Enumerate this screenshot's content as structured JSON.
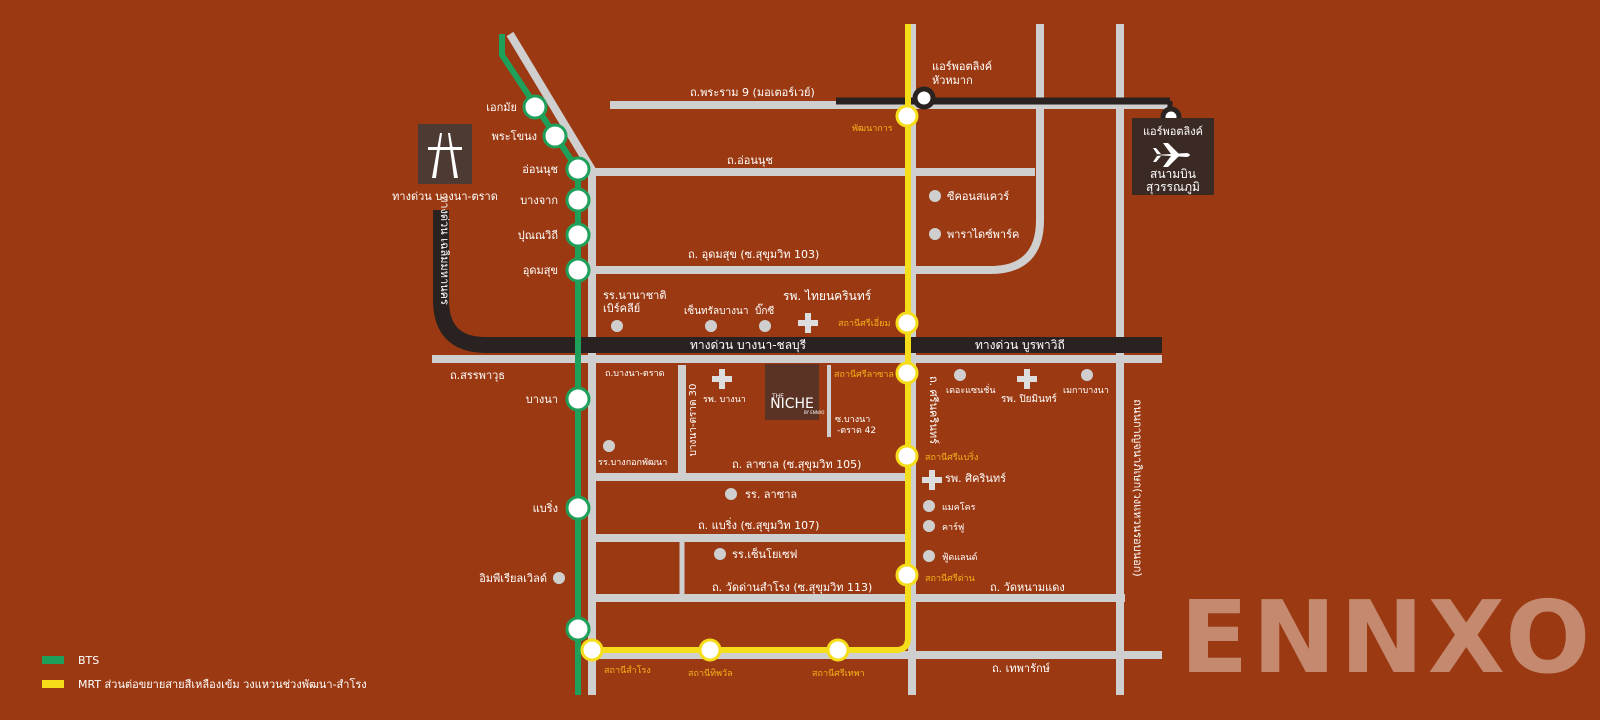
{
  "colors": {
    "background": "#9b3a12",
    "road": "#cfcfcf",
    "bts": "#1fa05a",
    "mrt": "#f6dd1a",
    "expressway": "#2a2220",
    "station_label_mrt": "#f6b21a",
    "watermark": "#cf9d85",
    "condo_box": "#5a3325"
  },
  "roads": {
    "rama9": "ถ.พระราม 9 (มอเตอร์เวย์)",
    "onnut": "ถ.อ่อนนุช",
    "udomsuk": "ถ. อุดมสุข (ซ.สุขุมวิท 103)",
    "sanphawut": "ถ.สรรพาวุธ",
    "bangna_trad_small": "ถ.บางนา-ตราด",
    "bangna_trad_30": "บางนา-ตราด 30",
    "bangna_trad_42": "ซ.บางนา\n-ตราด 42",
    "lasalle": "ถ. ลาซาล (ซ.สุขุมวิท 105)",
    "bearing": "ถ. แบริ่ง (ซ.สุขุมวิท 107)",
    "wat_dan": "ถ. วัดด่านสำโรง (ซ.สุขุมวิท 113)",
    "wat_nam_daeng": "ถ. วัดหนามแดง",
    "theparak": "ถ. เทพารักษ์",
    "srinagarindra": "ถ. ศรีนครินทร์",
    "outer_ring": "ถนนกาญจนาภิเษก(วงแหวนรอบนอก)"
  },
  "expressways": {
    "bangna_trad_exp": "ทางด่วน บางนา-ตราด",
    "chalerm": "ทางด่วน เฉลิมมหานคร",
    "bangna_chonburi": "ทางด่วน บางนา-ชลบุรี",
    "burapha": "ทางด่วน บูรพาวิถี"
  },
  "bts_stations": [
    "เอกมัย",
    "พระโขนง",
    "อ่อนนุช",
    "บางจาก",
    "ปุณณวิถี",
    "อุดมสุข",
    "บางนา",
    "แบริ่ง"
  ],
  "mrt_stations": [
    "พัฒนาการ",
    "สถานีศรีเอี่ยม",
    "สถานีศรีลาซาล",
    "สถานีศรีแบริ่ง",
    "สถานีศรีด่าน",
    "สถานีสำโรง",
    "สถานีทิพวัล",
    "สถานีศรีเทพา"
  ],
  "airport_link": {
    "hua_mak": "แอร์พอตลิงค์\nหัวหมาก",
    "box_top": "แอร์พอตลิงค์",
    "box_name": "สนามบิน\nสุวรรณภูมิ"
  },
  "landmarks": {
    "seacon": "ซีคอนสแควร์",
    "paradise": "พาราไดซ์พาร์ค",
    "nanachat": "รร.นานาชาติ\nเบิร์คลีย์",
    "central_bangna": "เซ็นทรัลบางนา",
    "bigc": "บิ๊กซี",
    "thai_nakarin": "รพ. ไทยนครินทร์",
    "bangna_hosp": "รพ. บางนา",
    "mega": "เมกาบางนา",
    "pyamin": "รพ. ปิยมินทร์",
    "thecene": "เดอะแซนชั่น",
    "bangkok_pat": "รร.บางกอกพัฒนา",
    "lasalle_school": "รร. ลาซาล",
    "sikarin": "รพ. ศิครินทร์",
    "makro": "แมคโคร",
    "carfour": "คาร์ฟู",
    "joseph": "รร.เซ็นโยเซฟ",
    "foodland": "ฟู้ดแลนด์",
    "imperial": "อิมพีเรียลเวิลด์"
  },
  "project": {
    "brand": "THE",
    "name": "NICHE",
    "sub": "BY ENNXO"
  },
  "legend": {
    "bts": "BTS",
    "mrt": "MRT ส่วนต่อขยายสายสีเหลืองเข้ม วงแหวนช่วงพัฒนา-สำโรง"
  },
  "watermark": "ENNXO"
}
